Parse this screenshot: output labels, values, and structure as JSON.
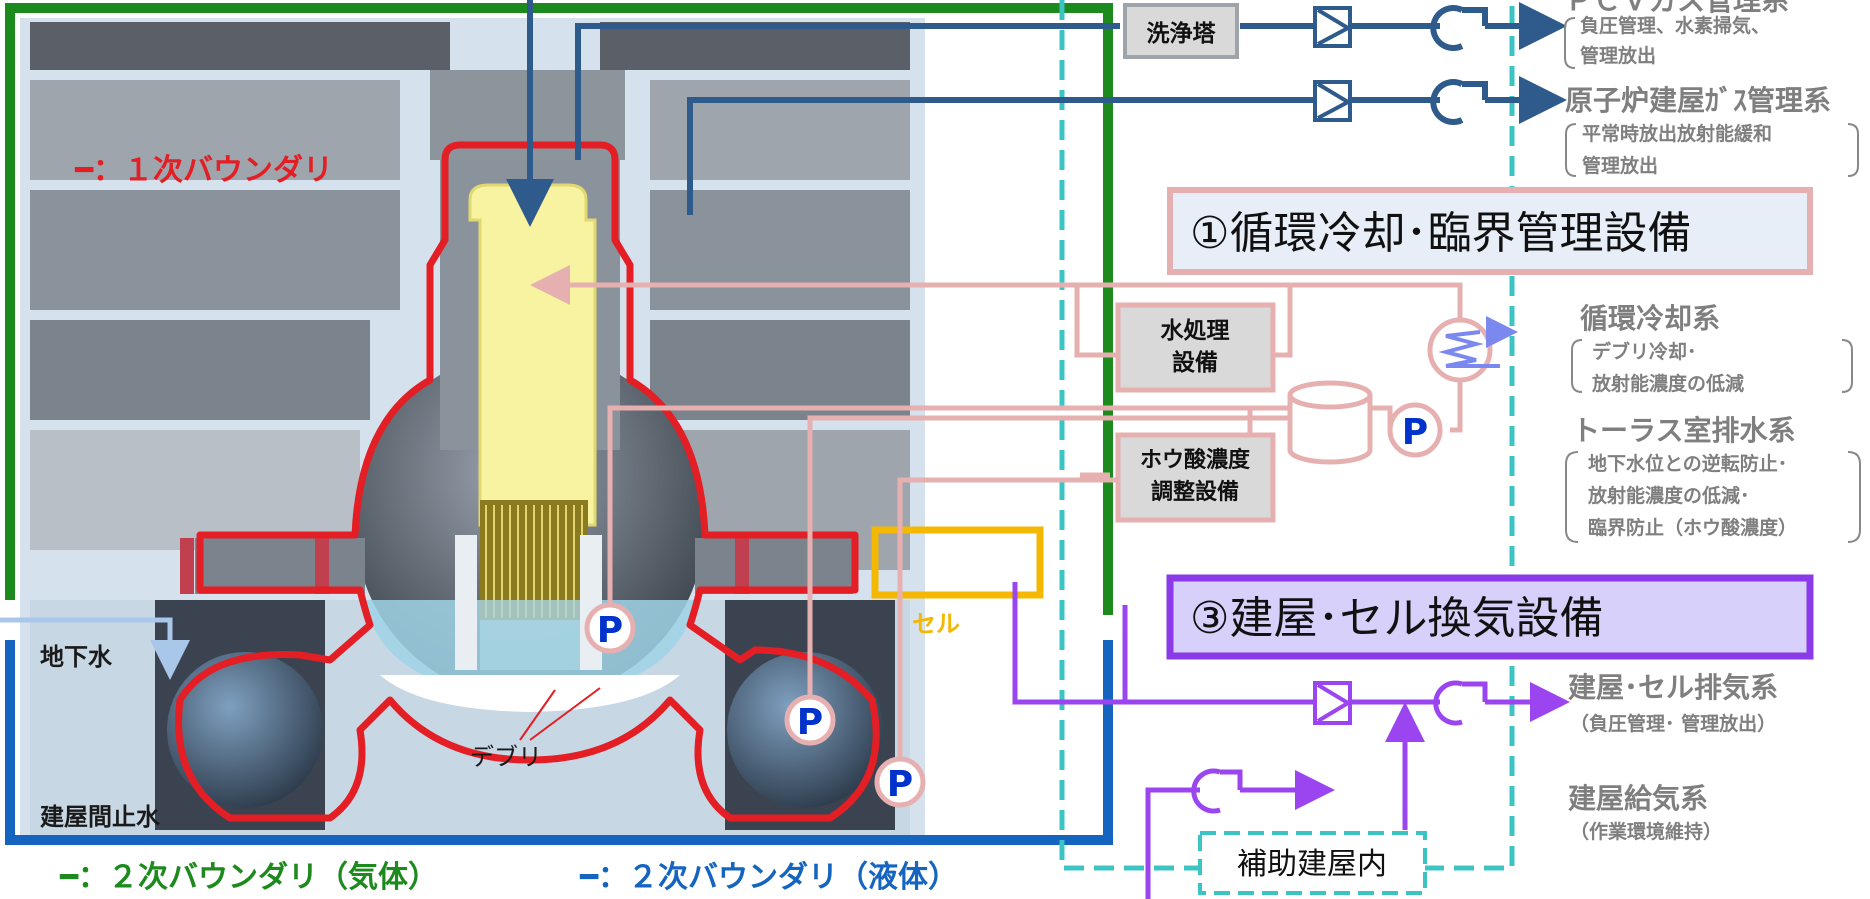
{
  "boundaries": {
    "primary": "━：１次バウンダリ",
    "secondary_gas": "━：２次バウンダリ（気体）",
    "secondary_liquid": "━：２次バウンダリ（液体）"
  },
  "reactor_labels": {
    "groundwater": "地下水",
    "building_cutoff": "建屋間止水",
    "debris": "デブリ",
    "cell": "セル",
    "pump": "P"
  },
  "equipment": {
    "washing_tower": "洗浄塔",
    "water_treatment_1": "水処理",
    "water_treatment_2": "設備",
    "boric_acid_1": "ホウ酸濃度",
    "boric_acid_2": "調整設備",
    "aux_building": "補助建屋内"
  },
  "systems": {
    "pcv_gas_title": "ＰＣＶガス管理系",
    "pcv_gas_desc_1": "負圧管理、水素掃気、",
    "pcv_gas_desc_2": "管理放出",
    "rb_gas_title": "原子炉建屋ｶﾞｽ管理系",
    "rb_gas_desc_1": "平常時放出放射能緩和",
    "rb_gas_desc_2": "管理放出",
    "circ_cooling_header": "①循環冷却･臨界管理設備",
    "circ_cooling_title": "循環冷却系",
    "circ_cooling_desc_1": "デブリ冷却･",
    "circ_cooling_desc_2": "放射能濃度の低減",
    "torus_title": "トーラス室排水系",
    "torus_desc_1": "地下水位との逆転防止･",
    "torus_desc_2": "放射能濃度の低減･",
    "torus_desc_3": "臨界防止（ホウ酸濃度）",
    "ventilation_header": "③建屋･セル換気設備",
    "exhaust_title": "建屋･セル排気系",
    "exhaust_desc": "（負圧管理･ 管理放出）",
    "supply_title": "建屋給気系",
    "supply_desc": "（作業環境維持）"
  },
  "colors": {
    "primary_boundary": "#e31e24",
    "secondary_gas": "#1d8a1d",
    "secondary_liquid": "#1565c0",
    "gas_line": "#2f5a8c",
    "cooling_line": "#e7b0b0",
    "vent_line": "#9b45f0",
    "cell": "#f5b800",
    "divider": "#3cc4c4"
  },
  "icons": [
    "filter-icon",
    "fan-icon",
    "pump-icon",
    "heat-exchanger-icon",
    "tank-icon",
    "arrow-icon"
  ]
}
